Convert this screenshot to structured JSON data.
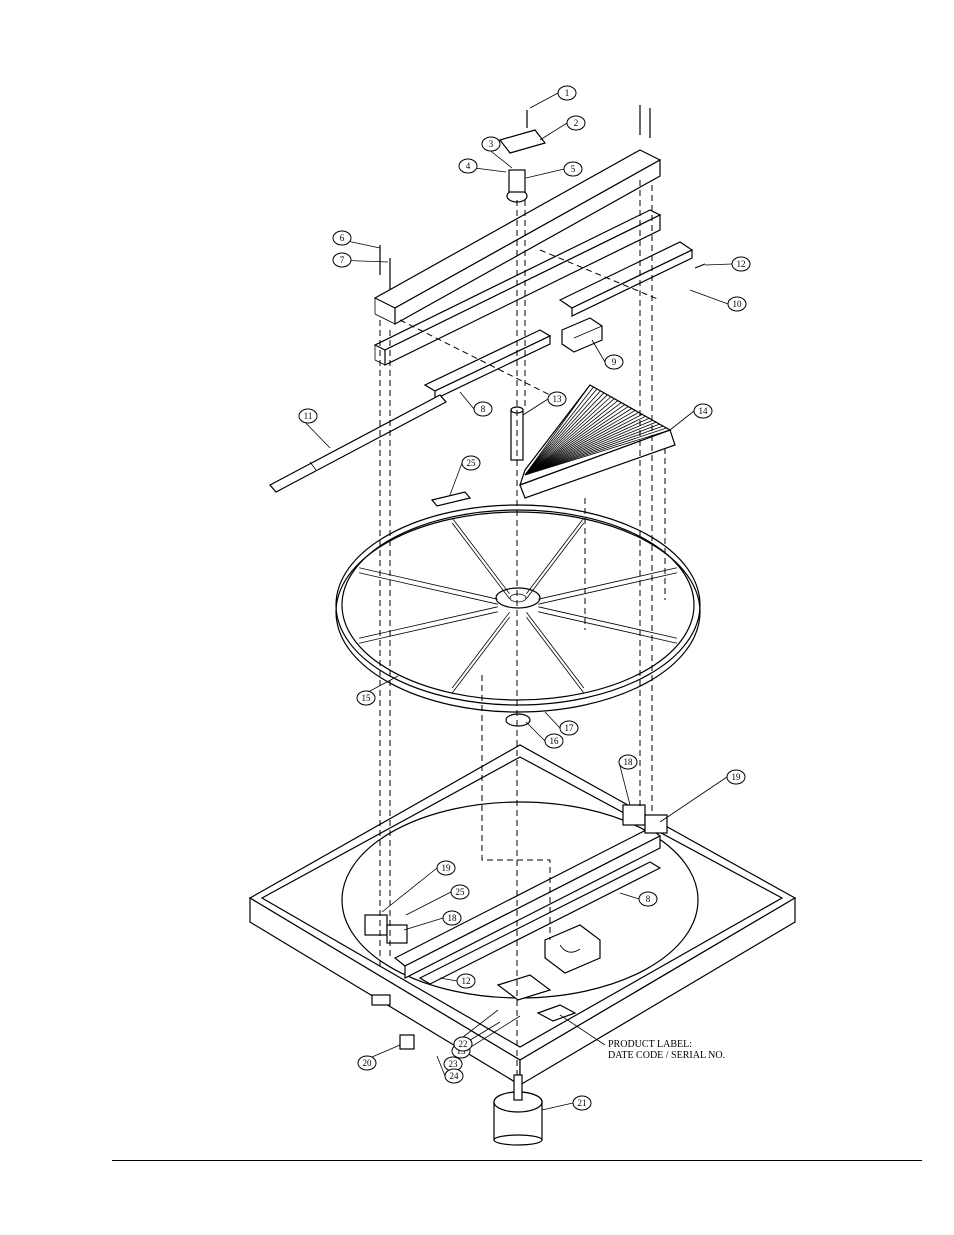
{
  "callouts": [
    {
      "id": "c1",
      "num": "1"
    },
    {
      "id": "c2",
      "num": "2"
    },
    {
      "id": "c3",
      "num": "3"
    },
    {
      "id": "c4",
      "num": "4"
    },
    {
      "id": "c5",
      "num": "5"
    },
    {
      "id": "c6",
      "num": "6"
    },
    {
      "id": "c7",
      "num": "7"
    },
    {
      "id": "c8a",
      "num": "8"
    },
    {
      "id": "c8b",
      "num": "8"
    },
    {
      "id": "c9",
      "num": "9"
    },
    {
      "id": "c10",
      "num": "10"
    },
    {
      "id": "c11",
      "num": "11"
    },
    {
      "id": "c12a",
      "num": "12"
    },
    {
      "id": "c12b",
      "num": "12"
    },
    {
      "id": "c13a",
      "num": "13"
    },
    {
      "id": "c13b",
      "num": "13"
    },
    {
      "id": "c14",
      "num": "14"
    },
    {
      "id": "c15",
      "num": "15"
    },
    {
      "id": "c16",
      "num": "16"
    },
    {
      "id": "c17",
      "num": "17"
    },
    {
      "id": "c18a",
      "num": "18"
    },
    {
      "id": "c18b",
      "num": "18"
    },
    {
      "id": "c19a",
      "num": "19"
    },
    {
      "id": "c19b",
      "num": "19"
    },
    {
      "id": "c20",
      "num": "20"
    },
    {
      "id": "c21",
      "num": "21"
    },
    {
      "id": "c22",
      "num": "22"
    },
    {
      "id": "c23",
      "num": "23"
    },
    {
      "id": "c24",
      "num": "24"
    },
    {
      "id": "c25a",
      "num": "25"
    },
    {
      "id": "c25b",
      "num": "25"
    }
  ],
  "product_label": {
    "line1": "PRODUCT LABEL:",
    "line2": "DATE CODE / SERIAL NO."
  }
}
